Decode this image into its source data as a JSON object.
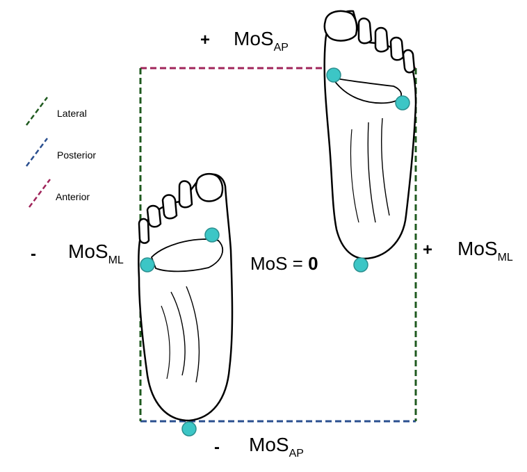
{
  "colors": {
    "lateral": "#1f5a1f",
    "posterior": "#2a4f8f",
    "anterior": "#a0245a",
    "marker": "#3cc6c6",
    "marker_stroke": "#2a8f8f",
    "foot_outline": "#000000"
  },
  "legend": [
    {
      "label": "Lateral",
      "color_key": "lateral"
    },
    {
      "label": "Posterior",
      "color_key": "posterior"
    },
    {
      "label": "Anterior",
      "color_key": "anterior"
    }
  ],
  "labels": {
    "plus_ap": {
      "sign": "+",
      "main": "MoS",
      "sub": "AP"
    },
    "minus_ap": {
      "sign": "-",
      "main": "MoS",
      "sub": "AP"
    },
    "minus_ml": {
      "sign": "-",
      "main": "MoS",
      "sub": "ML"
    },
    "plus_ml": {
      "sign": "+",
      "main": "MoS",
      "sub": "ML"
    },
    "center": {
      "prefix": "MoS = ",
      "value": "0"
    }
  },
  "icons": [
    "left-foot-icon",
    "right-foot-icon"
  ]
}
